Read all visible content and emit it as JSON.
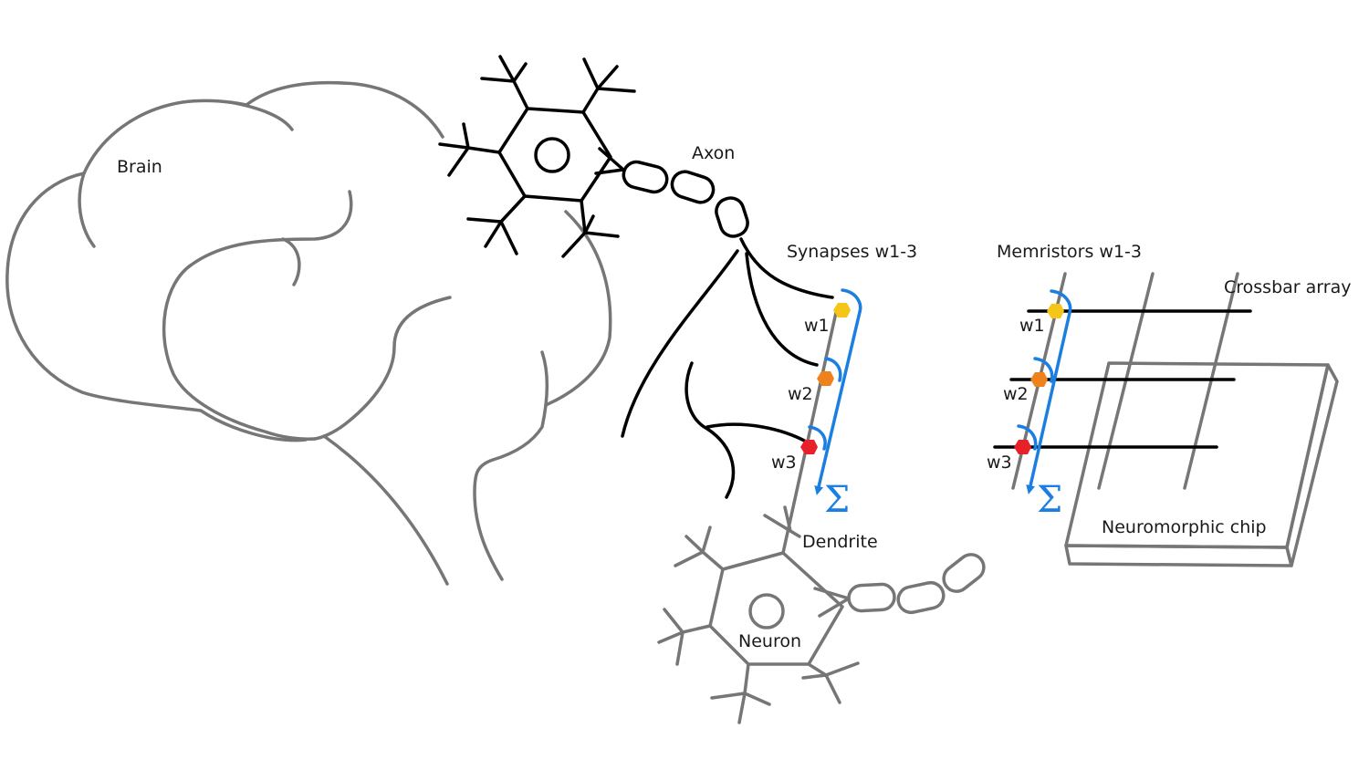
{
  "labels": {
    "brain": "Brain",
    "axon": "Axon",
    "synapses": "Synapses w1-3",
    "memristors": "Memristors w1-3",
    "crossbar": "Crossbar array",
    "dendrite": "Dendrite",
    "neuron": "Neuron",
    "chip": "Neuromorphic chip",
    "sum_symbol": "Σ"
  },
  "weights": [
    {
      "label": "w1",
      "color": "#f5c518"
    },
    {
      "label": "w2",
      "color": "#f0821e"
    },
    {
      "label": "w3",
      "color": "#e8202a"
    }
  ],
  "colors": {
    "outline_gray": "#767676",
    "neuron_black": "#000000",
    "sum_arrow_blue": "#1a7fe0"
  }
}
